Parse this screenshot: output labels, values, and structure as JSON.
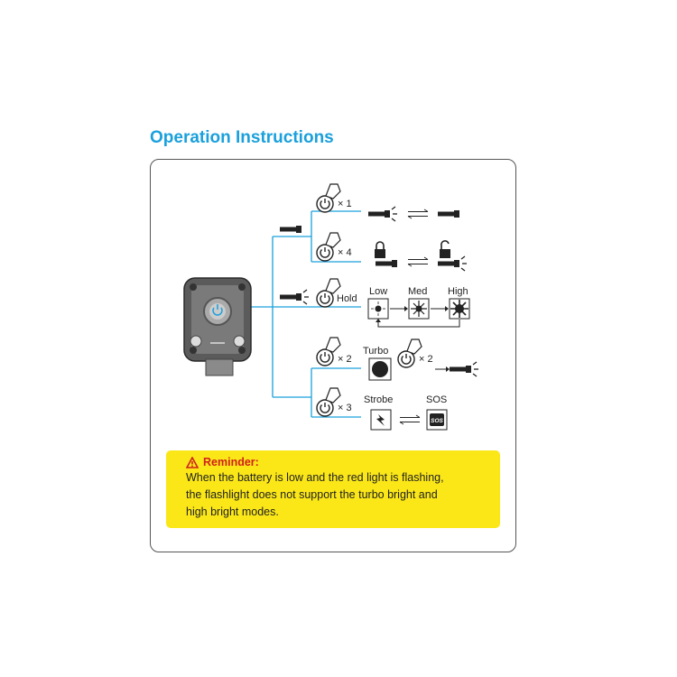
{
  "title": "Operation Instructions",
  "branches": {
    "b1": {
      "count": "× 1"
    },
    "b2": {
      "count": "× 4"
    },
    "b3": {
      "count": "Hold",
      "modes": [
        "Low",
        "Med",
        "High"
      ]
    },
    "b4": {
      "count": "× 2",
      "mode": "Turbo",
      "count2": "× 2"
    },
    "b5": {
      "count": "× 3",
      "modes": [
        "Strobe",
        "SOS"
      ],
      "sos_badge": "SOS"
    }
  },
  "reminder": {
    "title": "Reminder:",
    "lines": [
      "When the battery is low and the red light is flashing,",
      "the flashlight does not support the turbo bright and",
      "high bright modes."
    ]
  },
  "colors": {
    "accent": "#1aa0dc",
    "reminder_bg": "#fbe718",
    "warning": "#d0221b"
  },
  "icons": [
    "power-button-press-icon",
    "flashlight-icon",
    "flashlight-on-icon",
    "lock-icon",
    "unlock-icon",
    "brightness-low-icon",
    "brightness-med-icon",
    "brightness-high-icon",
    "turbo-icon",
    "strobe-icon",
    "sos-icon",
    "warning-icon"
  ]
}
